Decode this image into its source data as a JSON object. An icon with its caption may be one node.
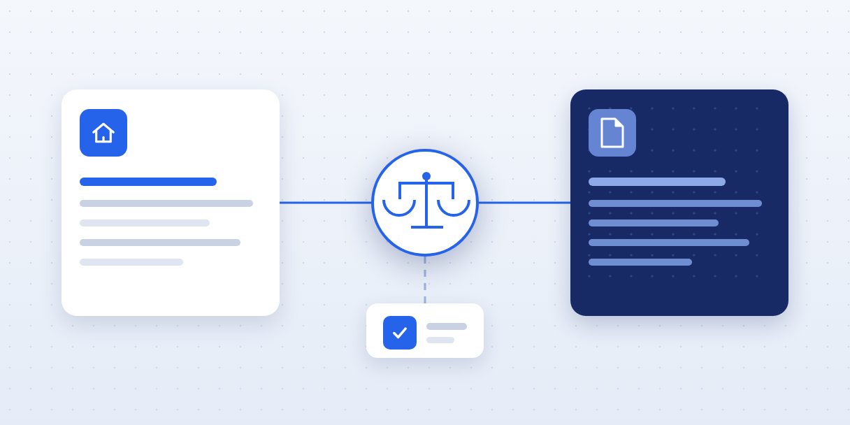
{
  "diagram": {
    "nodes": [
      {
        "text": [],
        "shape": "box"
      },
      {
        "text": [],
        "shape": "circle"
      },
      {
        "text": [],
        "shape": "box"
      },
      {
        "text": [],
        "shape": "box"
      }
    ],
    "edges": [
      {
        "from": 0,
        "to": 1,
        "arrow": "none"
      },
      {
        "from": 1,
        "to": 2,
        "arrow": "none"
      },
      {
        "from": 1,
        "to": 3,
        "arrow": "none",
        "style": "dashed",
        "color": "#9db1dc"
      }
    ]
  }
}
